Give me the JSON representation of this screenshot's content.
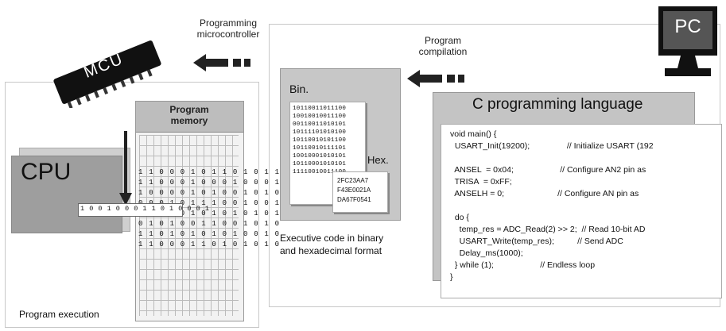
{
  "labels": {
    "programming_mcu": "Programming\nmicrocontroller",
    "program_compilation": "Program\ncompilation",
    "pc": "PC",
    "mcu": "MCU",
    "cpu": "CPU",
    "program_memory": "Program\nmemory",
    "program_execution": "Program execution",
    "bin": "Bin.",
    "hex": "Hex.",
    "exec_code": "Executive code in binary\nand hexadecimal format",
    "c_lang": "C programming language"
  },
  "binary_lines": [
    "10110011011100",
    "10010010011100",
    "00110011010101",
    "10111101010100",
    "10110010101100",
    "10110010111101",
    "10010001010101",
    "10110001010101",
    "11110010011100"
  ],
  "hex_lines": [
    "2FC23AA7",
    "F43E0021A",
    "DA67F0541"
  ],
  "memory_rows": [
    "1 1 0 0 0 1 0 1 1 0 1 0 1 1",
    "1 1 0 0 0 1 0 0 0 1 0 0 0 1",
    "1 0 0 0 0 1 0 1 0 0 1 0 1 0",
    "0 0 0 1 0 1 1 1 0 0 1 0 0 1",
    "1 1 0 0 0 1 0 1 0 1 0 1 0 1",
    "0 1 0 1 0 0 1 1 0 0 1 0 1 0",
    "1 1 0 1 0 1 0 1 0 1 0 0 1 0",
    "1 1 0 0 0 1 1 0 1 0 1 0 1 0"
  ],
  "fetched_word": "1 0 0 1 0 0 0 1 1 0 1 0 0 0 1",
  "code_lines": [
    "void main() {",
    "  USART_Init(19200);                // Initialize USART (192",
    "",
    "  ANSEL  = 0x04;                    // Configure AN2 pin as",
    "  TRISA  = 0xFF;",
    "  ANSELH = 0;                       // Configure AN pin as",
    "",
    "  do {",
    "    temp_res = ADC_Read(2) >> 2;  // Read 10-bit AD",
    "    USART_Write(temp_res);          // Send ADC",
    "    Delay_ms(1000);",
    "  } while (1);                    // Endless loop",
    "}"
  ]
}
